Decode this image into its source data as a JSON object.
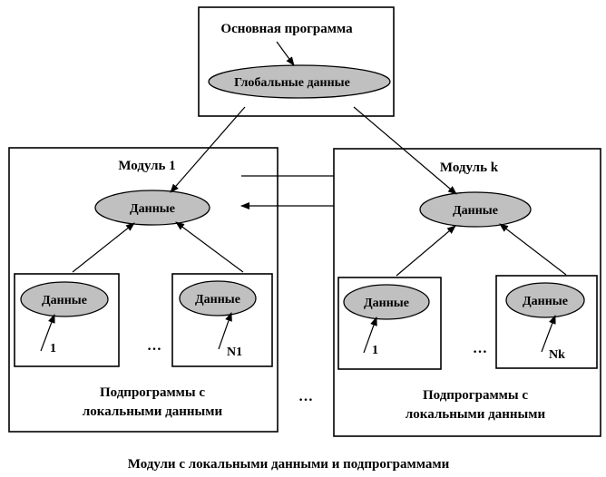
{
  "main_program": {
    "title": "Основная программа",
    "global_data": "Глобальные данные"
  },
  "module_1": {
    "title": "Модуль 1",
    "data": "Данные",
    "sub_first": {
      "data": "Данные",
      "index": "1"
    },
    "sub_last": {
      "data": "Данные",
      "index": "N1"
    },
    "ellipsis": "…",
    "caption_line1": "Подпрограммы с",
    "caption_line2": "локальными данными"
  },
  "module_k": {
    "title": "Модуль k",
    "data": "Данные",
    "sub_first": {
      "data": "Данные",
      "index": "1"
    },
    "sub_last": {
      "data": "Данные",
      "index": "Nk"
    },
    "ellipsis": "…",
    "caption_line1": "Подпрограммы с",
    "caption_line2": "локальными данными"
  },
  "between_modules_ellipsis": "…",
  "figure_caption": "Модули с локальными данными и подпрограммами",
  "colors": {
    "ellipse_fill": "#c0c0c0",
    "stroke": "#000000",
    "background": "#ffffff"
  }
}
